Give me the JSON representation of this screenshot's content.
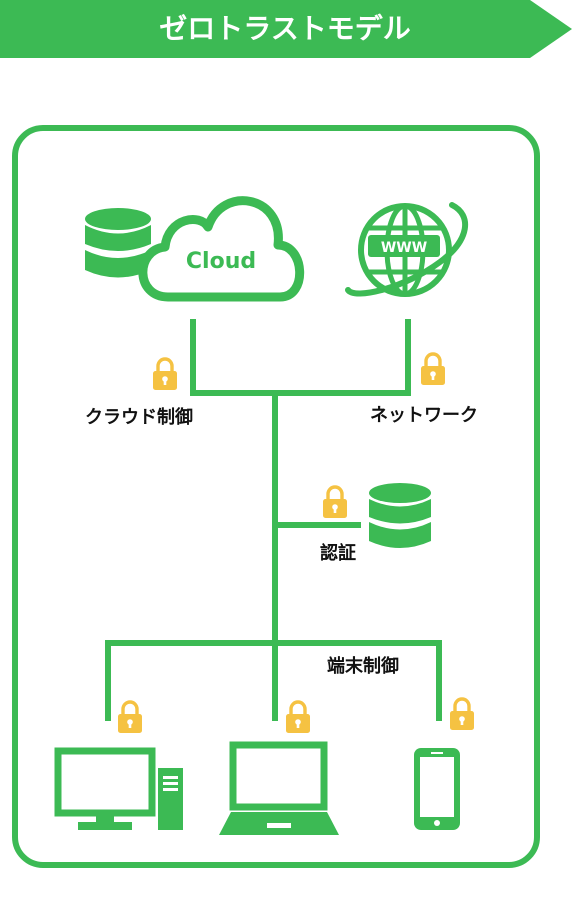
{
  "banner": {
    "title": "ゼロトラストモデル"
  },
  "cloud": {
    "label": "Cloud"
  },
  "www": {
    "label": "WWW"
  },
  "labels": {
    "cloud_control": "クラウド制御",
    "network": "ネットワーク",
    "auth": "認証",
    "device_control": "端末制御"
  },
  "colors": {
    "green": "#3cba54",
    "lock": "#f5c242",
    "lock_hole": "#ffffff",
    "text": "#111111"
  },
  "icons": [
    "database-icon",
    "cloud-icon",
    "globe-icon",
    "lock-icon",
    "desktop-icon",
    "laptop-icon",
    "smartphone-icon"
  ]
}
